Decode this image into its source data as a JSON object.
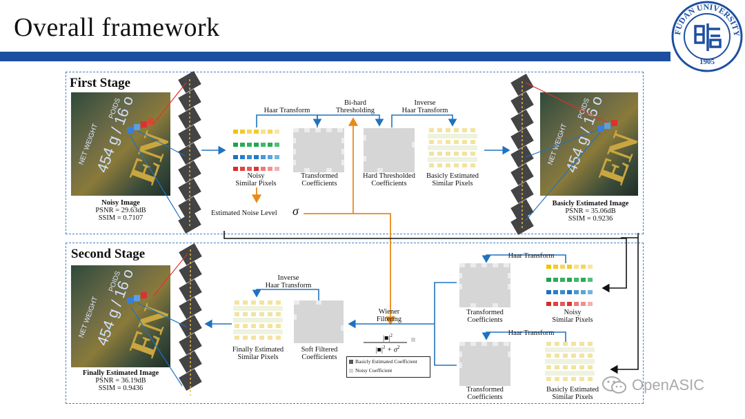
{
  "slide": {
    "title": "Overall framework",
    "logo": {
      "text": "FUDAN UNIVERSITY",
      "year": "1905",
      "color": "#1d4fa0"
    },
    "watermark": "OpenASIC"
  },
  "first_stage": {
    "label": "First Stage",
    "noisy_image": {
      "title": "Noisy Image",
      "psnr": "PSNR = 29.63dB",
      "ssim": "SSIM = 0.7107"
    },
    "haar": "Haar Transform",
    "bihard_1": "Bi-hard",
    "bihard_2": "Thresholding",
    "inverse_1": "Inverse",
    "inverse_2": "Haar Transform",
    "noisy_1": "Noisy",
    "noisy_2": "Similar Pixels",
    "transformed_1": "Transformed",
    "transformed_2": "Coefficients",
    "hard_1": "Hard Thresholded",
    "hard_2": "Coefficients",
    "basic_1": "Basicly Estimated",
    "basic_2": "Similar Pixels",
    "noise_level": "Estimated Noise Level",
    "sigma": "σ",
    "basic_image": {
      "title": "Basicly Estimated Image",
      "psnr": "PSNR = 35.06dB",
      "ssim": "SSIM = 0.9236"
    }
  },
  "second_stage": {
    "label": "Second Stage",
    "haar_top": "Haar Transform",
    "haar_bottom": "Haar Transform",
    "transformed_top_1": "Transformed",
    "transformed_top_2": "Coefficients",
    "noisy_1": "Noisy",
    "noisy_2": "Similar Pixels",
    "transformed_bottom_1": "Transformed",
    "transformed_bottom_2": "Coefficients",
    "basic_1": "Basicly Estimated",
    "basic_2": "Similar Pixels",
    "wiener_1": "Wiener",
    "wiener_2": "Filtering",
    "formula_num": "|■|",
    "formula_num_exp": "2",
    "formula_den": "|■|",
    "formula_den_exp": "2",
    "formula_plus": "+ σ",
    "formula_sigma_exp": "2",
    "legend_dark": "Basicly Estimated Coefficient",
    "legend_light": "Noisy Coefficient",
    "inverse_1": "Inverse",
    "inverse_2": "Haar Transform",
    "soft_1": "Soft Filtered",
    "soft_2": "Coefficients",
    "final_1": "Finally Estimated",
    "final_2": "Similar Pixels",
    "final_image": {
      "title": "Finally Estimated Image",
      "psnr": "PSNR = 36.19dB",
      "ssim": "SSIM = 0.9436"
    }
  },
  "photo_text": {
    "net_weight": "NET WEIGHT",
    "pounds": "POIDS",
    "value": "454 g / 16 o",
    "letters": "EN"
  },
  "colors": {
    "accent_blue": "#1f72c0",
    "accent_orange": "#e88a1a",
    "dark": "#111111"
  }
}
